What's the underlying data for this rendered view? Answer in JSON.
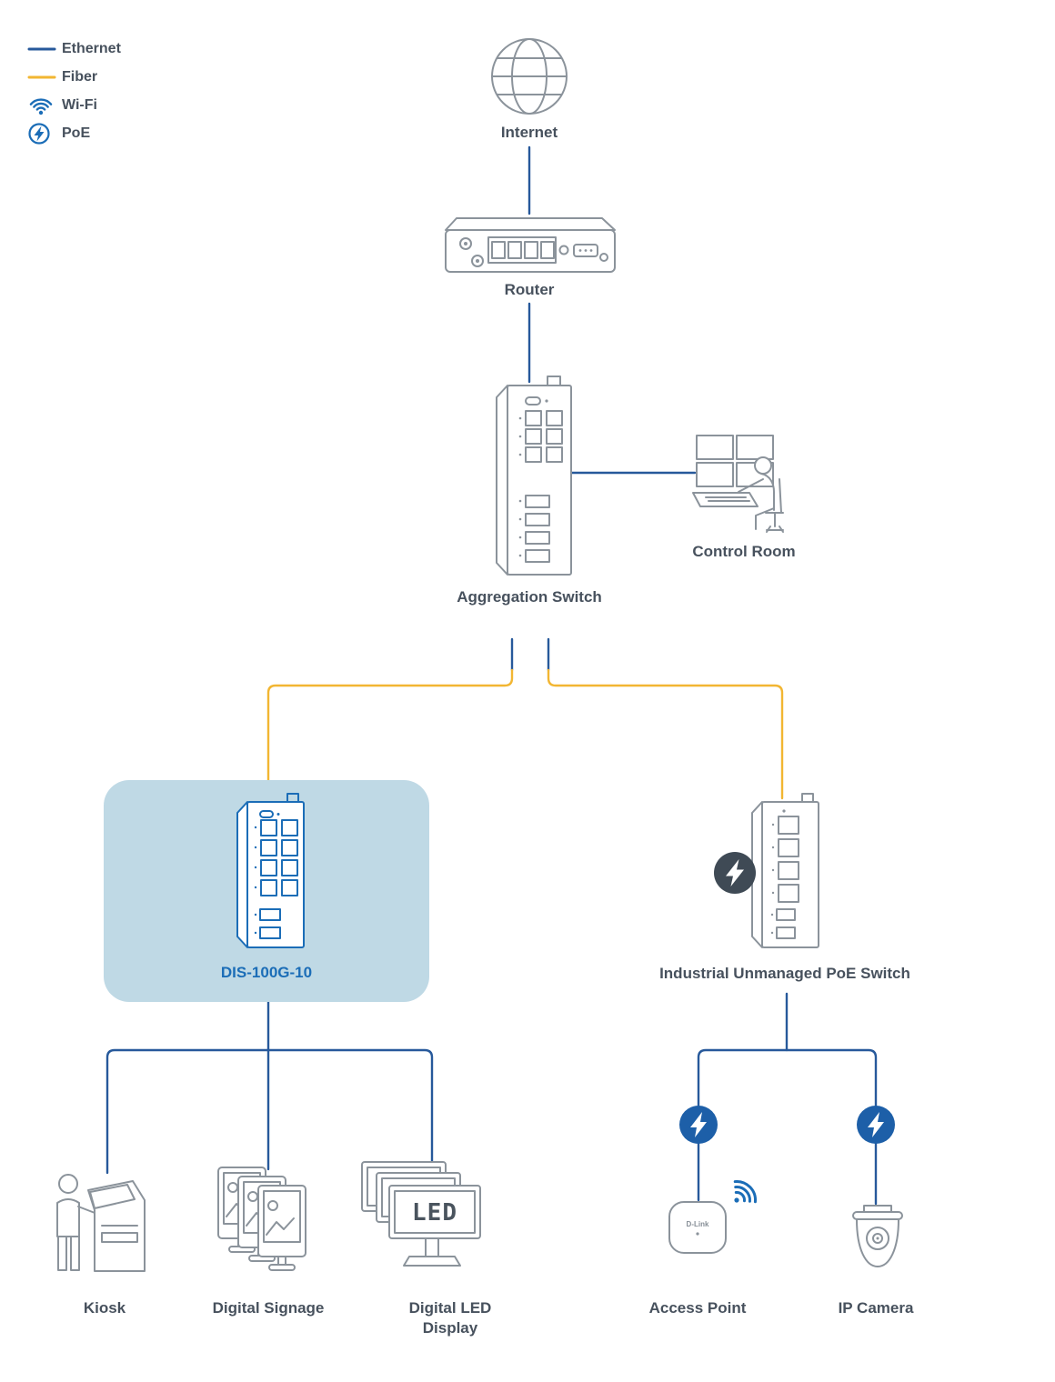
{
  "colors": {
    "ethernet": "#27599B",
    "fiber": "#F2B632",
    "device": "#8B939B",
    "label": "#47515D",
    "accent_blue": "#1B6DB7",
    "highlight_fill": "#BFD9E5",
    "poe_badge": "#1D5FA8",
    "poe_dark": "#3F4A55"
  },
  "legend": {
    "items": [
      {
        "id": "ethernet",
        "label": "Ethernet"
      },
      {
        "id": "fiber",
        "label": "Fiber"
      },
      {
        "id": "wifi",
        "label": "Wi-Fi"
      },
      {
        "id": "poe",
        "label": "PoE"
      }
    ]
  },
  "nodes": {
    "internet": {
      "label": "Internet"
    },
    "router": {
      "label": "Router"
    },
    "aggregation_switch": {
      "label": "Aggregation Switch"
    },
    "control_room": {
      "label": "Control Room"
    },
    "dis_100g_10": {
      "label": "DIS-100G-10",
      "highlighted": true
    },
    "industrial_poe_switch": {
      "label": "Industrial Unmanaged PoE Switch"
    },
    "kiosk": {
      "label": "Kiosk"
    },
    "digital_signage": {
      "label": "Digital Signage"
    },
    "digital_led_display": {
      "label": "Digital LED Display",
      "screen_text": "LED"
    },
    "access_point": {
      "label": "Access Point",
      "brand": "D-Link"
    },
    "ip_camera": {
      "label": "IP Camera"
    }
  },
  "connections": [
    {
      "from": "internet",
      "to": "router",
      "type": "ethernet"
    },
    {
      "from": "router",
      "to": "aggregation_switch",
      "type": "ethernet"
    },
    {
      "from": "aggregation_switch",
      "to": "control_room",
      "type": "ethernet"
    },
    {
      "from": "aggregation_switch",
      "to": "dis_100g_10",
      "type": "fiber"
    },
    {
      "from": "aggregation_switch",
      "to": "industrial_poe_switch",
      "type": "fiber"
    },
    {
      "from": "dis_100g_10",
      "to": "kiosk",
      "type": "ethernet"
    },
    {
      "from": "dis_100g_10",
      "to": "digital_signage",
      "type": "ethernet"
    },
    {
      "from": "dis_100g_10",
      "to": "digital_led_display",
      "type": "ethernet"
    },
    {
      "from": "industrial_poe_switch",
      "to": "access_point",
      "type": "ethernet-poe"
    },
    {
      "from": "industrial_poe_switch",
      "to": "ip_camera",
      "type": "ethernet-poe"
    }
  ]
}
